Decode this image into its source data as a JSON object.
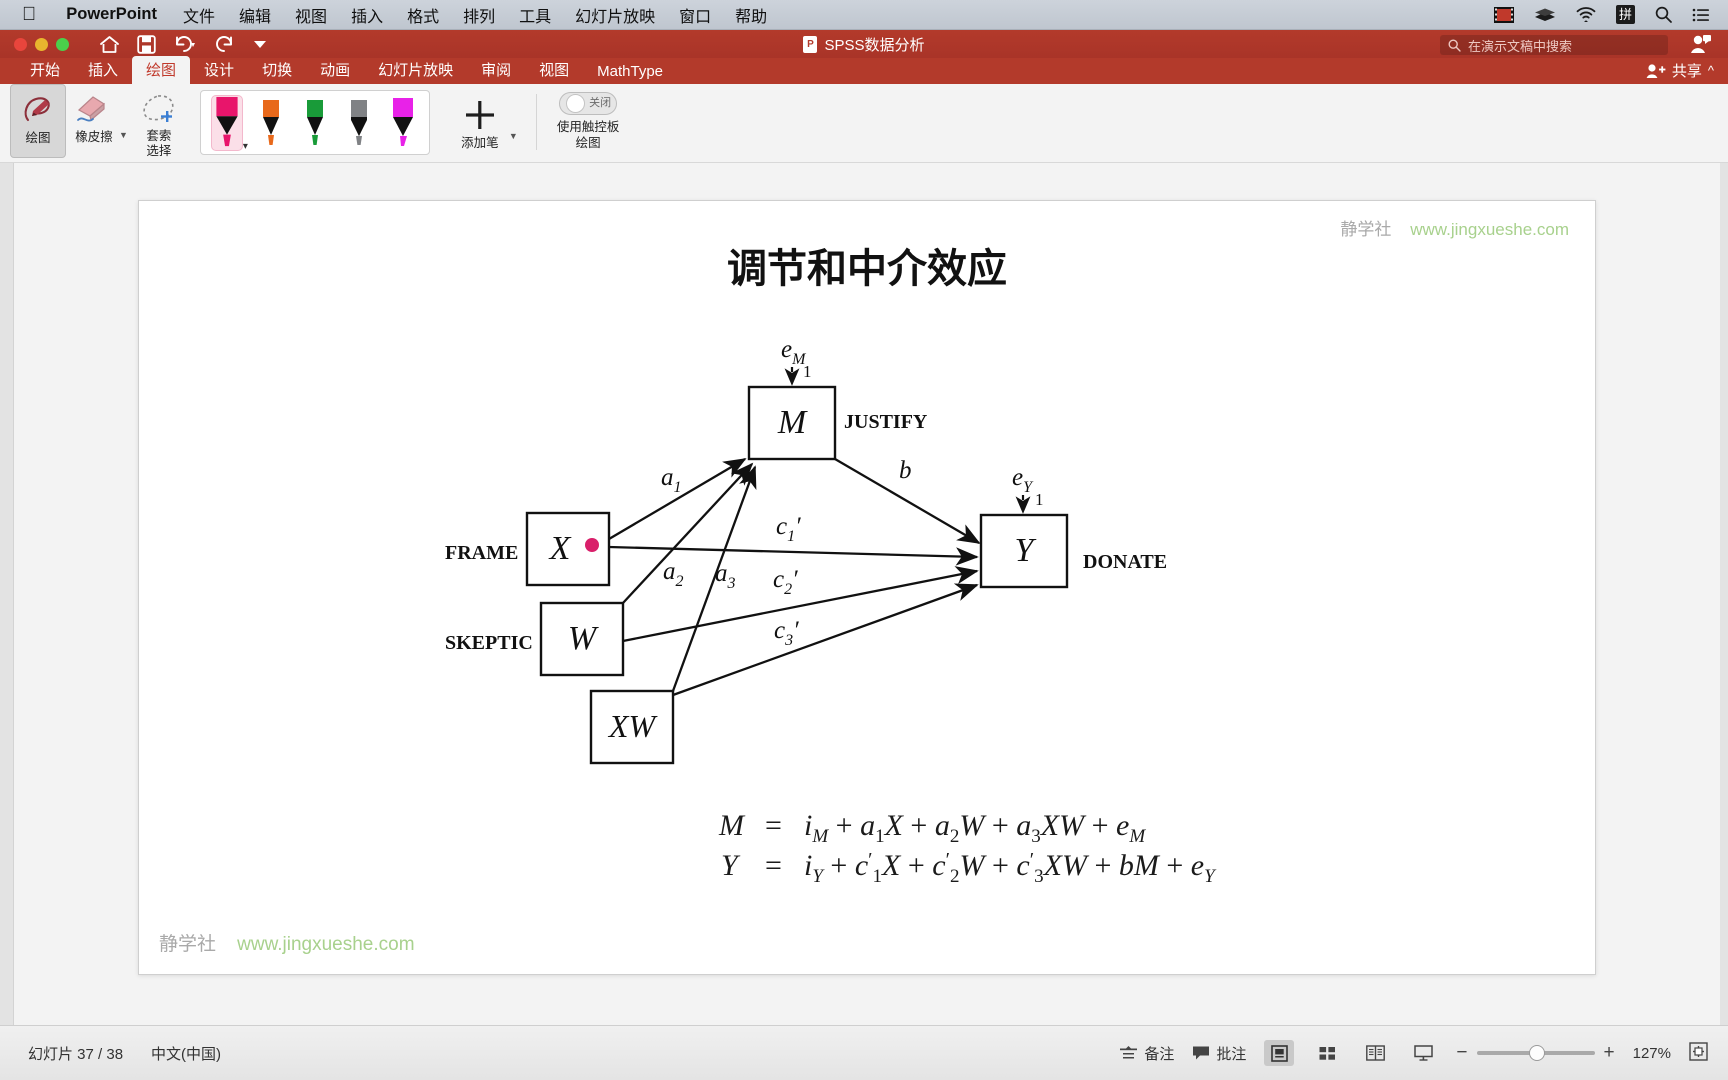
{
  "menubar": {
    "apple_icon": "apple-logo-icon",
    "app_name": "PowerPoint",
    "items": [
      "文件",
      "编辑",
      "视图",
      "插入",
      "格式",
      "排列",
      "工具",
      "幻灯片放映",
      "窗口",
      "帮助"
    ],
    "status_icons": [
      "screen-recording-icon",
      "battery-stack-icon",
      "wifi-icon",
      "input-method-pinyin-icon",
      "spotlight-search-icon",
      "control-center-icon"
    ],
    "input_method_label": "拼"
  },
  "titlebar": {
    "document_title": "SPSS数据分析",
    "quick_access": [
      "home-icon",
      "save-icon",
      "undo-icon",
      "redo-icon",
      "customize-toolbar-icon"
    ],
    "search_placeholder": "在演示文稿中搜索",
    "account_icon": "account-avatar-icon"
  },
  "ribbon": {
    "tabs": [
      {
        "label": "开始",
        "active": false
      },
      {
        "label": "插入",
        "active": false
      },
      {
        "label": "绘图",
        "active": true
      },
      {
        "label": "设计",
        "active": false
      },
      {
        "label": "切换",
        "active": false
      },
      {
        "label": "动画",
        "active": false
      },
      {
        "label": "幻灯片放映",
        "active": false
      },
      {
        "label": "审阅",
        "active": false
      },
      {
        "label": "视图",
        "active": false
      },
      {
        "label": "MathType",
        "active": false
      }
    ],
    "share_label": "共享",
    "tools": [
      {
        "label": "绘图",
        "icon": "pen-draw-icon",
        "selected": true
      },
      {
        "label": "橡皮擦",
        "icon": "eraser-icon",
        "selected": false
      },
      {
        "label": "套索\n选择",
        "icon": "lasso-select-icon",
        "selected": false
      }
    ],
    "tool_labels": {
      "draw": "绘图",
      "eraser": "橡皮擦",
      "lasso_line1": "套索",
      "lasso_line2": "选择"
    },
    "pens": [
      {
        "name": "pen-pink",
        "color": "#e8156b",
        "selected": true,
        "type": "highlighter"
      },
      {
        "name": "pen-orange",
        "color": "#e8691b",
        "selected": false,
        "type": "pen"
      },
      {
        "name": "pen-green",
        "color": "#199b39",
        "selected": false,
        "type": "pen"
      },
      {
        "name": "pen-gray",
        "color": "#808285",
        "selected": false,
        "type": "pencil"
      },
      {
        "name": "pen-magenta",
        "color": "#e822e8",
        "selected": false,
        "type": "marker"
      }
    ],
    "add_pen_label": "添加笔",
    "touchpad": {
      "toggle_state": "关闭",
      "label_line1": "使用触控板",
      "label_line2": "绘图"
    }
  },
  "slide": {
    "title": "调节和中介效应",
    "watermark_top": {
      "cn": "静学社",
      "url": "www.jingxueshe.com"
    },
    "watermark_bottom": {
      "cn": "静学社",
      "url": "www.jingxueshe.com"
    },
    "diagram": {
      "boxes": [
        {
          "id": "M",
          "var": "M",
          "label": "JUSTIFY",
          "label_pos": "right"
        },
        {
          "id": "Y",
          "var": "Y",
          "label": "DONATE",
          "label_pos": "right"
        },
        {
          "id": "X",
          "var": "X",
          "label": "FRAME",
          "label_pos": "left",
          "ink_dot": "#d91f6a"
        },
        {
          "id": "W",
          "var": "W",
          "label": "SKEPTIC",
          "label_pos": "left"
        },
        {
          "id": "XW",
          "var": "XW",
          "label": "",
          "label_pos": "none"
        }
      ],
      "disturbances": [
        {
          "id": "eM",
          "base": "e",
          "sub": "M",
          "weight": "1",
          "target": "M"
        },
        {
          "id": "eY",
          "base": "e",
          "sub": "Y",
          "weight": "1",
          "target": "Y"
        }
      ],
      "paths": [
        {
          "from": "X",
          "to": "M",
          "label_base": "a",
          "label_sub": "1",
          "prime": false
        },
        {
          "from": "W",
          "to": "M",
          "label_base": "a",
          "label_sub": "2",
          "prime": false
        },
        {
          "from": "XW",
          "to": "M",
          "label_base": "a",
          "label_sub": "3",
          "prime": false
        },
        {
          "from": "M",
          "to": "Y",
          "label_base": "b",
          "label_sub": "",
          "prime": false
        },
        {
          "from": "X",
          "to": "Y",
          "label_base": "c",
          "label_sub": "1",
          "prime": true
        },
        {
          "from": "W",
          "to": "Y",
          "label_base": "c",
          "label_sub": "2",
          "prime": true
        },
        {
          "from": "XW",
          "to": "Y",
          "label_base": "c",
          "label_sub": "3",
          "prime": true
        }
      ],
      "equations": [
        {
          "lhs": "M",
          "eq": "=",
          "rhs": "i_M + a_1 X + a_2 W + a_3 XW + e_M"
        },
        {
          "lhs": "Y",
          "eq": "=",
          "rhs": "i_Y + c'_1 X + c'_2 W + c'_3 XW + bM + e_Y"
        }
      ]
    }
  },
  "statusbar": {
    "slide_counter": "幻灯片 37 / 38",
    "language": "中文(中国)",
    "notes_label": "备注",
    "comments_label": "批注",
    "views": [
      "normal-view-icon",
      "slide-sorter-icon",
      "reading-view-icon",
      "slideshow-icon"
    ],
    "zoom_minus": "−",
    "zoom_plus": "+",
    "zoom_level": "127%",
    "fit_icon": "fit-slide-icon"
  }
}
